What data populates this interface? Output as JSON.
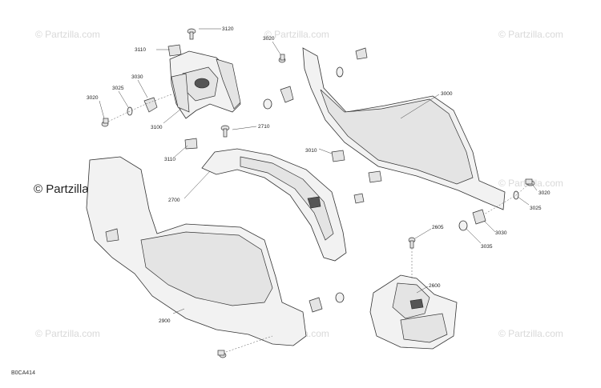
{
  "watermarks": {
    "small": "© Partzilla.com",
    "main": "© Partzilla.com"
  },
  "drawing_code": "B0CA414",
  "callouts": {
    "c3120": "3120",
    "c3110a": "3110",
    "c3020a": "3020",
    "c3025a": "3025",
    "c3030a": "3030",
    "c3100": "3100",
    "c3110b": "3110",
    "c2710": "2710",
    "c3020b": "3020",
    "c3000": "3000",
    "c3010": "3010",
    "c2700": "2700",
    "c3020c": "3020",
    "c3025b": "3025",
    "c3030b": "3030",
    "c3035": "3035",
    "c2605": "2605",
    "c2600": "2600",
    "c2900": "2900"
  }
}
